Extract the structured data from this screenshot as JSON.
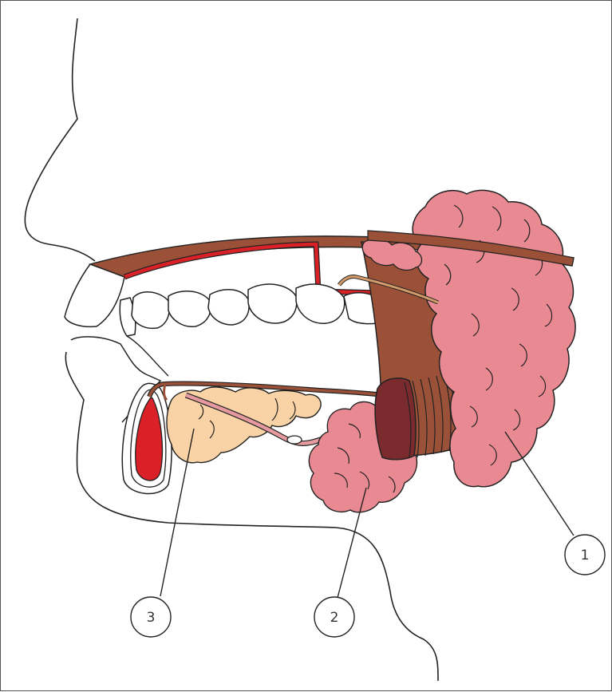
{
  "diagram": {
    "labels": [
      {
        "id": "1",
        "text": "1"
      },
      {
        "id": "2",
        "text": "2"
      },
      {
        "id": "3",
        "text": "3"
      }
    ],
    "colors": {
      "parotid_gland": "#E98A92",
      "submandibular_gland": "#E98A92",
      "sublingual_gland": "#F9D3A5",
      "muscle": "#9A5138",
      "muscle_dark": "#7B2A2E",
      "artery": "#DA2128",
      "duct": "#E59AA0",
      "outline": "#2a2a2a"
    }
  }
}
